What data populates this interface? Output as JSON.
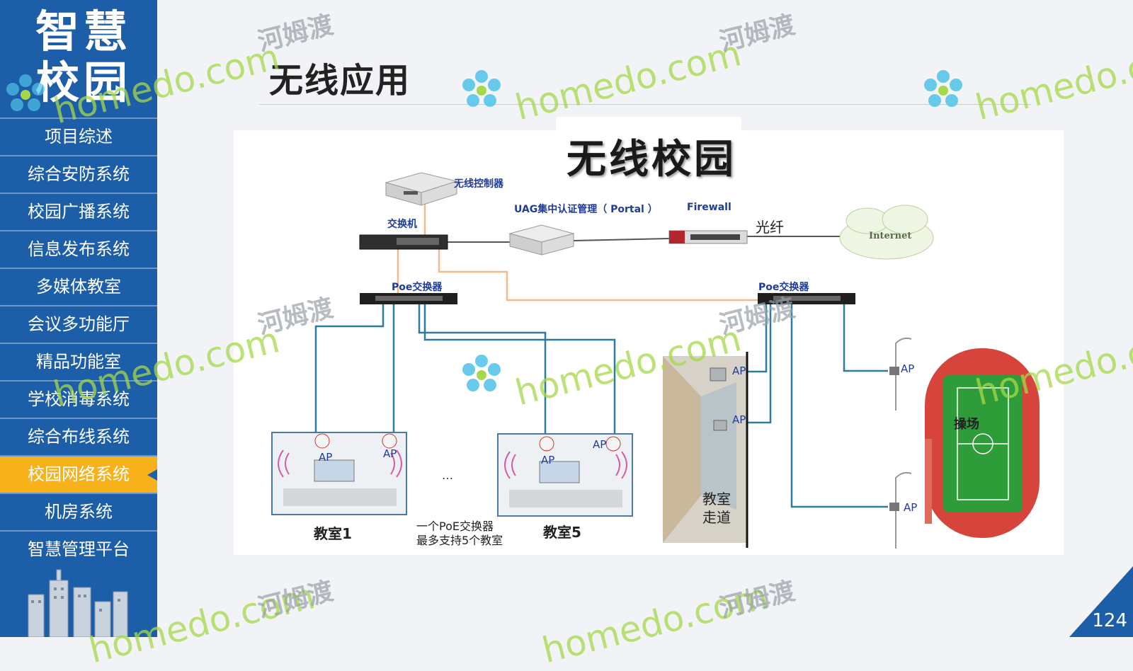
{
  "sidebar": {
    "brand_line1": "智慧",
    "brand_line2": "校园",
    "items": [
      {
        "label": "项目综述"
      },
      {
        "label": "综合安防系统"
      },
      {
        "label": "校园广播系统"
      },
      {
        "label": "信息发布系统"
      },
      {
        "label": "多媒体教室"
      },
      {
        "label": "会议多功能厅"
      },
      {
        "label": "精品功能室"
      },
      {
        "label": "学校消毒系统"
      },
      {
        "label": "综合布线系统"
      },
      {
        "label": "校园网络系统",
        "active": true
      },
      {
        "label": "机房系统"
      },
      {
        "label": "智慧管理平台"
      }
    ]
  },
  "slide": {
    "title": "无线应用",
    "page_number": "124"
  },
  "diagram": {
    "title": "无线校园",
    "wireless_controller": "无线控制器",
    "switch": "交换机",
    "uag": "UAG集中认证管理（ Portal ）",
    "firewall": "Firewall",
    "fiber": "光纤",
    "internet": "Internet",
    "poe_switch_left": "Poe交换器",
    "poe_switch_right": "Poe交换器",
    "ap": "AP",
    "classroom1": "教室1",
    "classroom5": "教室5",
    "ellipsis": "…",
    "note_line1": "一个PoE交换器",
    "note_line2": "最多支持5个教室",
    "corridor_line1": "教室",
    "corridor_line2": "走道",
    "playground": "操场"
  },
  "watermark": {
    "latin": "homedo.com",
    "chinese": "河姆渡"
  },
  "colors": {
    "sidebar": "#1d5ea8",
    "active": "#f7b21b",
    "uplink_line": "#f5b98c",
    "poe_line": "#2c7ba3",
    "watermark": "#a6d949"
  }
}
